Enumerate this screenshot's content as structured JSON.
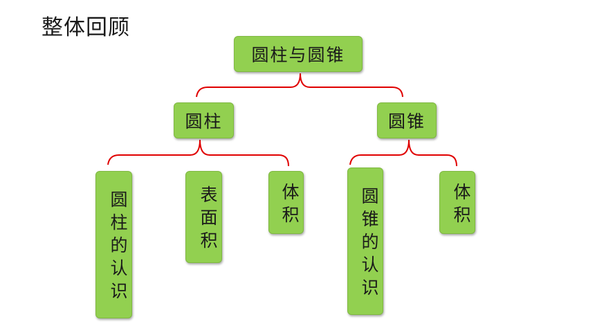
{
  "heading": "整体回顾",
  "tree": {
    "root": "圆柱与圆锥",
    "branches": [
      {
        "label": "圆柱",
        "leaves": [
          "圆柱的认识",
          "表面积",
          "体积"
        ]
      },
      {
        "label": "圆锥",
        "leaves": [
          "圆锥的认识",
          "体积"
        ]
      }
    ]
  },
  "colors": {
    "node_fill": "#92d050",
    "connector": "#e00000"
  }
}
